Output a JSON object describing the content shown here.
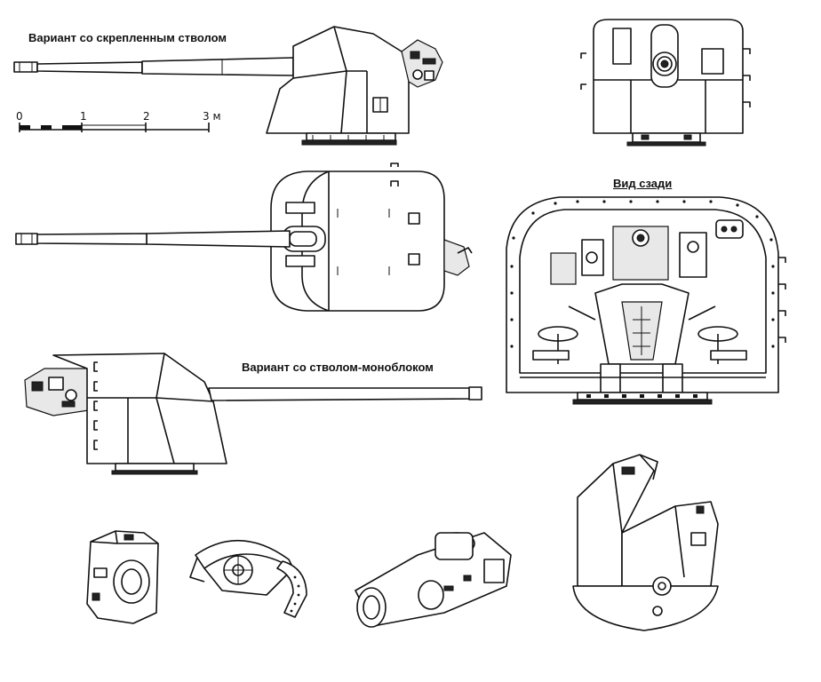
{
  "labels": {
    "built_up_barrel": "Вариант со скрепленным стволом",
    "monobloc_barrel": "Вариант со стволом-моноблоком",
    "rear_view": "Вид сзади"
  },
  "scale": {
    "ticks": [
      "0",
      "1",
      "2",
      "3 м"
    ]
  }
}
